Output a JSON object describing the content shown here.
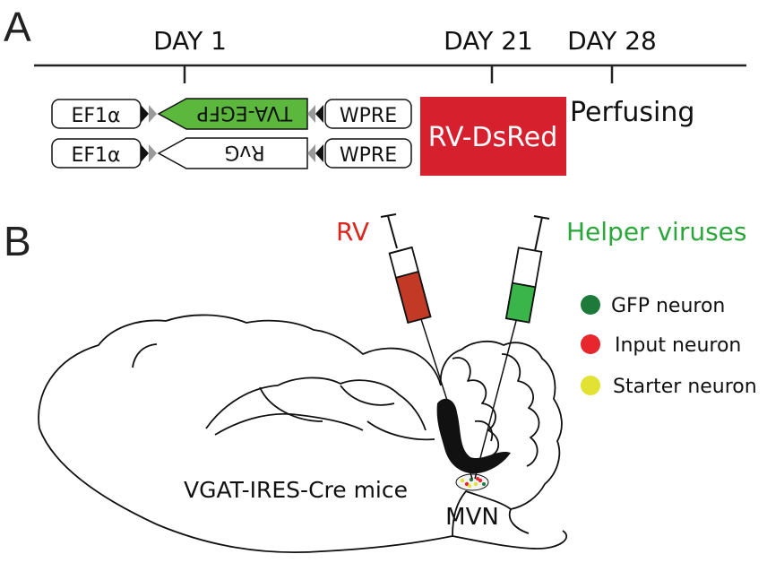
{
  "panel_a": {
    "label": "A",
    "timepoints": [
      "DAY 1",
      "DAY 21",
      "DAY 28"
    ],
    "construct_1": {
      "promoter": "EF1α",
      "gene": "TVA-EGFP",
      "terminator": "WPRE"
    },
    "construct_2": {
      "promoter": "EF1α",
      "gene": "RvG",
      "terminator": "WPRE"
    },
    "rv_box": "RV-DsRed",
    "perfusing": "Perfusing"
  },
  "panel_b": {
    "label": "B",
    "rv_label": "RV",
    "helper_label": "Helper viruses",
    "mouse_label": "VGAT-IRES-Cre mice",
    "region_label": "MVN",
    "legend": [
      {
        "label": "GFP neuron",
        "color": "#1e7a3a"
      },
      {
        "label": "Input neuron",
        "color": "#e8262d"
      },
      {
        "label": "Starter neuron",
        "color": "#e2e234"
      }
    ]
  },
  "colors": {
    "rv_text": "#d8281e",
    "helper_text": "#2aa63a",
    "gene_fill": "#5cb83c",
    "rv_box": "#d7202e",
    "rv_liquid": "#c23a26",
    "helper_liquid": "#39b54a"
  }
}
